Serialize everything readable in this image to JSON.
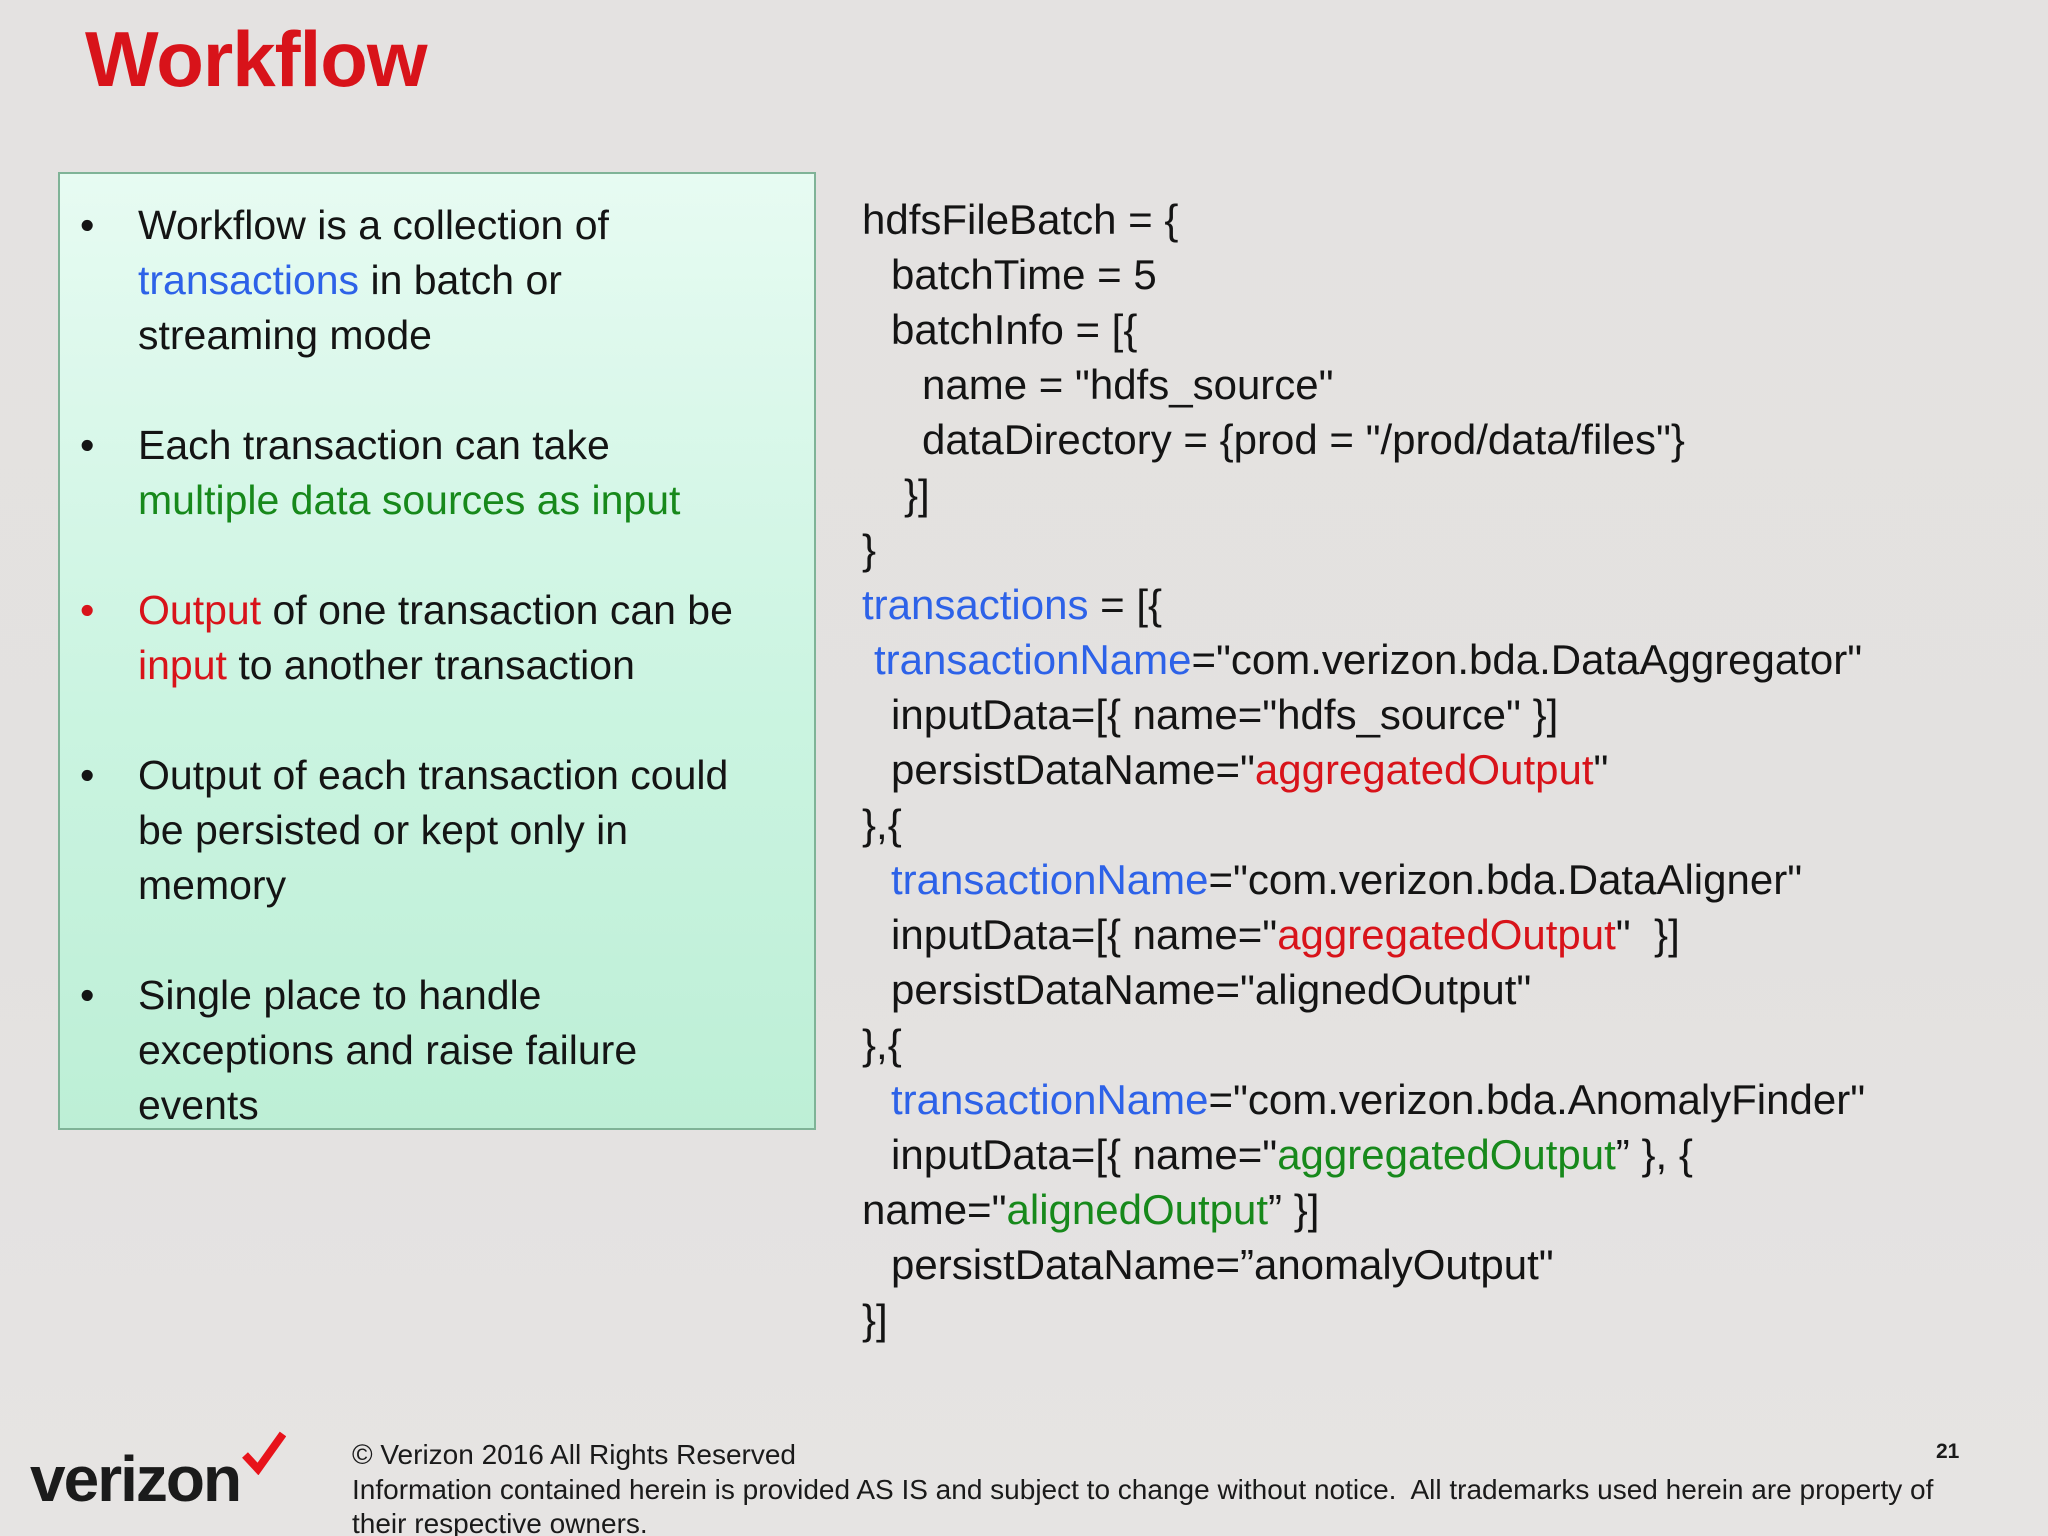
{
  "slide": {
    "title": "Workflow",
    "page_number": "21"
  },
  "colors": {
    "red": "#d8131a",
    "blue": "#2d62e8",
    "green": "#17891b",
    "black": "#141414",
    "box_border": "#7fb397",
    "box_fill_top": "#e7fbf2",
    "box_fill_bottom": "#bdefd6",
    "background": "#e3e1e0",
    "verizon_check_red": "#e8131b"
  },
  "bullets": [
    {
      "marker_color": "black",
      "segments": [
        {
          "text": "Workflow is a collection of",
          "color": "black",
          "break_after": true
        },
        {
          "text": "transactions",
          "color": "blue"
        },
        {
          "text": " in batch or",
          "color": "black",
          "break_after": true
        },
        {
          "text": "streaming mode",
          "color": "black"
        }
      ]
    },
    {
      "marker_color": "black",
      "segments": [
        {
          "text": "Each transaction can take",
          "color": "black",
          "break_after": true
        },
        {
          "text": "multiple data sources as input",
          "color": "green"
        }
      ]
    },
    {
      "marker_color": "red",
      "segments": [
        {
          "text": "Output",
          "color": "red"
        },
        {
          "text": " of one transaction can be",
          "color": "black",
          "break_after": true
        },
        {
          "text": "input",
          "color": "red"
        },
        {
          "text": " to another transaction",
          "color": "black"
        }
      ]
    },
    {
      "marker_color": "black",
      "segments": [
        {
          "text": "Output of each transaction could",
          "color": "black",
          "break_after": true
        },
        {
          "text": "be persisted or kept only in",
          "color": "black",
          "break_after": true
        },
        {
          "text": "memory",
          "color": "black"
        }
      ]
    },
    {
      "marker_color": "black",
      "segments": [
        {
          "text": "Single place to handle",
          "color": "black",
          "break_after": true
        },
        {
          "text": "exceptions and raise failure",
          "color": "black",
          "break_after": true
        },
        {
          "text": "events",
          "color": "black"
        }
      ]
    }
  ],
  "code": {
    "lines": [
      {
        "indent": 0,
        "segments": [
          {
            "text": "hdfsFileBatch = {",
            "color": "black"
          }
        ]
      },
      {
        "indent": 29,
        "segments": [
          {
            "text": "batchTime = 5",
            "color": "black"
          }
        ]
      },
      {
        "indent": 29,
        "segments": [
          {
            "text": "batchInfo = [{",
            "color": "black"
          }
        ]
      },
      {
        "indent": 60,
        "segments": [
          {
            "text": "name = \"hdfs_source\"",
            "color": "black"
          }
        ]
      },
      {
        "indent": 60,
        "segments": [
          {
            "text": "dataDirectory = {prod = \"/prod/data/files\"}",
            "color": "black"
          }
        ]
      },
      {
        "indent": 42,
        "segments": [
          {
            "text": "}]",
            "color": "black"
          }
        ]
      },
      {
        "indent": 0,
        "segments": [
          {
            "text": "}",
            "color": "black"
          }
        ]
      },
      {
        "indent": 0,
        "segments": [
          {
            "text": "transactions",
            "color": "blue"
          },
          {
            "text": " = [{",
            "color": "black"
          }
        ]
      },
      {
        "indent": 12,
        "segments": [
          {
            "text": "transactionName",
            "color": "blue"
          },
          {
            "text": "=\"com.verizon.bda.DataAggregator\"",
            "color": "black"
          }
        ]
      },
      {
        "indent": 29,
        "segments": [
          {
            "text": "inputData=[{ name=\"hdfs_source\" }]",
            "color": "black"
          }
        ]
      },
      {
        "indent": 29,
        "segments": [
          {
            "text": "persistDataName=\"",
            "color": "black"
          },
          {
            "text": "aggregatedOutput",
            "color": "red"
          },
          {
            "text": "\"",
            "color": "black"
          }
        ]
      },
      {
        "indent": 0,
        "segments": [
          {
            "text": "},{",
            "color": "black"
          }
        ]
      },
      {
        "indent": 29,
        "segments": [
          {
            "text": "transactionName",
            "color": "blue"
          },
          {
            "text": "=\"com.verizon.bda.DataAligner\"",
            "color": "black"
          }
        ]
      },
      {
        "indent": 29,
        "segments": [
          {
            "text": "inputData=[{ name=\"",
            "color": "black"
          },
          {
            "text": "aggregatedOutput",
            "color": "red"
          },
          {
            "text": "\"  }]",
            "color": "black"
          }
        ]
      },
      {
        "indent": 29,
        "segments": [
          {
            "text": "persistDataName=\"alignedOutput\"",
            "color": "black"
          }
        ]
      },
      {
        "indent": 0,
        "segments": [
          {
            "text": "},{",
            "color": "black"
          }
        ]
      },
      {
        "indent": 29,
        "segments": [
          {
            "text": "transactionName",
            "color": "blue"
          },
          {
            "text": "=\"com.verizon.bda.AnomalyFinder\"",
            "color": "black"
          }
        ]
      },
      {
        "indent": 29,
        "segments": [
          {
            "text": "inputData=[{ name=\"",
            "color": "black"
          },
          {
            "text": "aggregatedOutput",
            "color": "green"
          },
          {
            "text": "” }, {",
            "color": "black"
          }
        ]
      },
      {
        "indent": 0,
        "segments": [
          {
            "text": "name=\"",
            "color": "black"
          },
          {
            "text": "alignedOutput",
            "color": "green"
          },
          {
            "text": "” }]",
            "color": "black"
          }
        ]
      },
      {
        "indent": 29,
        "segments": [
          {
            "text": "persistDataName=”anomalyOutput\"",
            "color": "black"
          }
        ]
      },
      {
        "indent": 0,
        "segments": [
          {
            "text": "}]",
            "color": "black"
          }
        ]
      }
    ]
  },
  "footer": {
    "logo_text": "verizon",
    "checkmark_icon": "verizon-check",
    "lines": [
      "© Verizon 2016 All Rights Reserved",
      "Information contained herein is provided AS IS and subject to change without notice.  All trademarks used herein are property of",
      "their respective owners."
    ]
  }
}
